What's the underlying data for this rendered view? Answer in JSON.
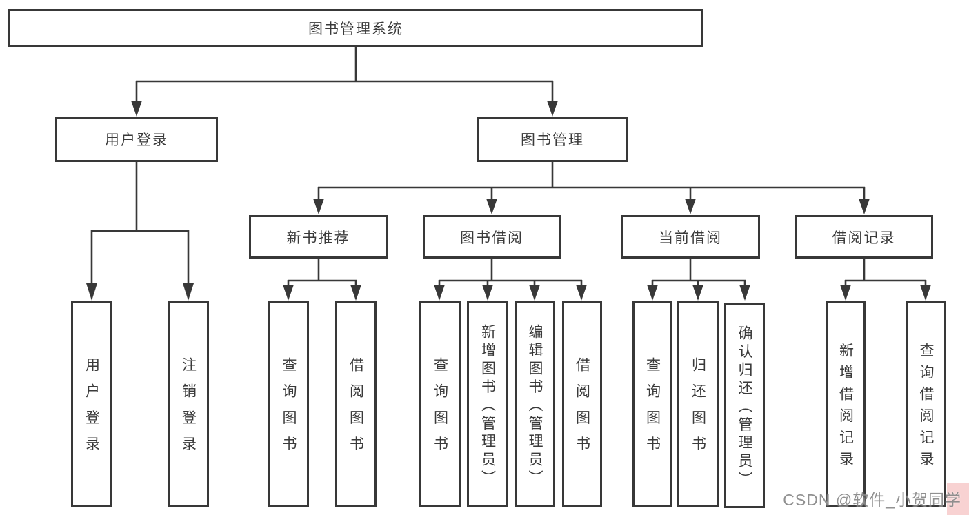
{
  "tree": {
    "root": {
      "label": "图书管理系统"
    },
    "branches": [
      {
        "label": "用户登录",
        "children": [
          {
            "label": "用户登录"
          },
          {
            "label": "注销登录"
          }
        ]
      },
      {
        "label": "图书管理",
        "children": [
          {
            "label": "新书推荐",
            "children": [
              {
                "label": "查询图书"
              },
              {
                "label": "借阅图书"
              }
            ]
          },
          {
            "label": "图书借阅",
            "children": [
              {
                "label": "查询图书"
              },
              {
                "label": "新增图书（管理员）"
              },
              {
                "label": "编辑图书（管理员）"
              },
              {
                "label": "借阅图书"
              }
            ]
          },
          {
            "label": "当前借阅",
            "children": [
              {
                "label": "查询图书"
              },
              {
                "label": "归还图书"
              },
              {
                "label": "确认归还（管理员）"
              }
            ]
          },
          {
            "label": "借阅记录",
            "children": [
              {
                "label": "新增借阅记录"
              },
              {
                "label": "查询借阅记录"
              }
            ]
          }
        ]
      }
    ]
  },
  "watermark": {
    "text": "CSDN @软件_小贺同学"
  },
  "colors": {
    "line": "#383838",
    "text": "#3a3a3a",
    "watermark_gray": "#7d7d7d",
    "corner_pink": "#f8d2d2"
  }
}
